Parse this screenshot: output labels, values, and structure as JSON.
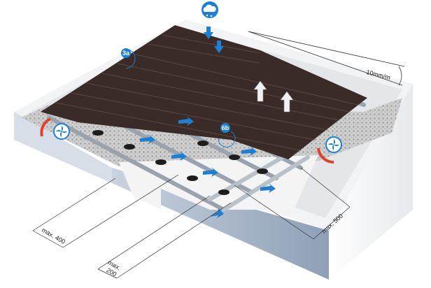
{
  "diagram": {
    "labels": {
      "callout_3a": "3a",
      "callout_6b": "6b",
      "slope": "10mm/m",
      "dim_400": "max. 400",
      "dim_200_line1": "max.",
      "dim_200_line2": "200",
      "dim_500": "max. 500"
    },
    "icons": [
      "rain-cloud-icon",
      "fan-icon",
      "airflow-arrow-icon",
      "water-drain-arrow-icon"
    ],
    "colors": {
      "accent_blue": "#1e7fd0",
      "deck_brown": "#3a2b28",
      "concrete": "#eef0f3",
      "airflow_red": "#e0432b"
    }
  }
}
